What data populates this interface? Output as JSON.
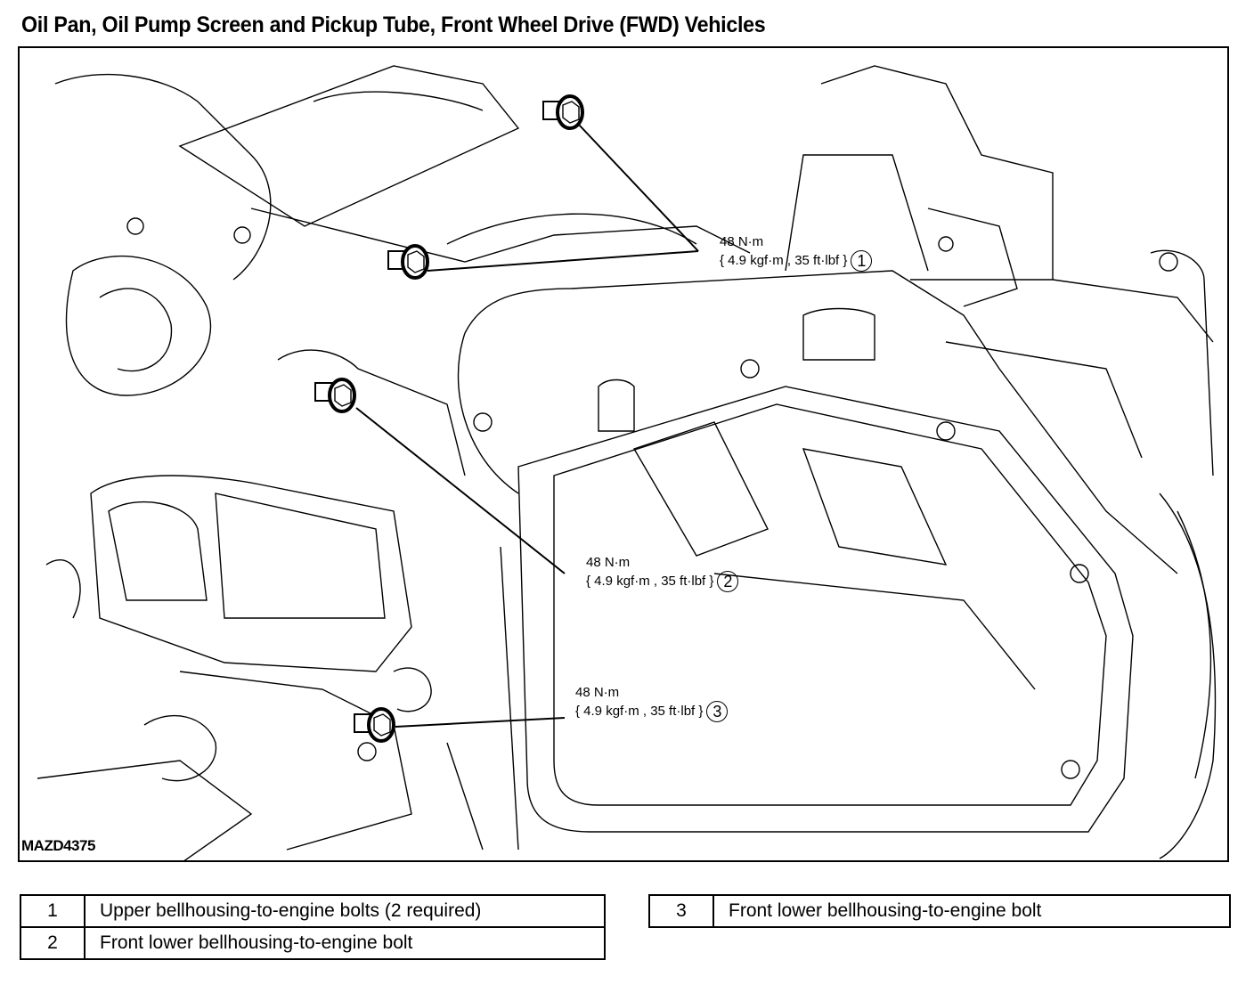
{
  "title": "Oil Pan, Oil Pump Screen and Pickup Tube, Front Wheel Drive (FWD) Vehicles",
  "figure_id": "MAZD4375",
  "callouts": [
    {
      "number": "1",
      "torque_line1": "48 N·m",
      "torque_line2": "{ 4.9 kgf·m , 35 ft·lbf }"
    },
    {
      "number": "2",
      "torque_line1": "48 N·m",
      "torque_line2": "{ 4.9 kgf·m , 35 ft·lbf }"
    },
    {
      "number": "3",
      "torque_line1": "48 N·m",
      "torque_line2": "{ 4.9 kgf·m , 35 ft·lbf }"
    }
  ],
  "legend": {
    "left": [
      {
        "number": "1",
        "description": "Upper bellhousing-to-engine bolts (2 required)"
      },
      {
        "number": "2",
        "description": "Front lower bellhousing-to-engine bolt"
      }
    ],
    "right": [
      {
        "number": "3",
        "description": "Front lower bellhousing-to-engine bolt"
      }
    ]
  }
}
